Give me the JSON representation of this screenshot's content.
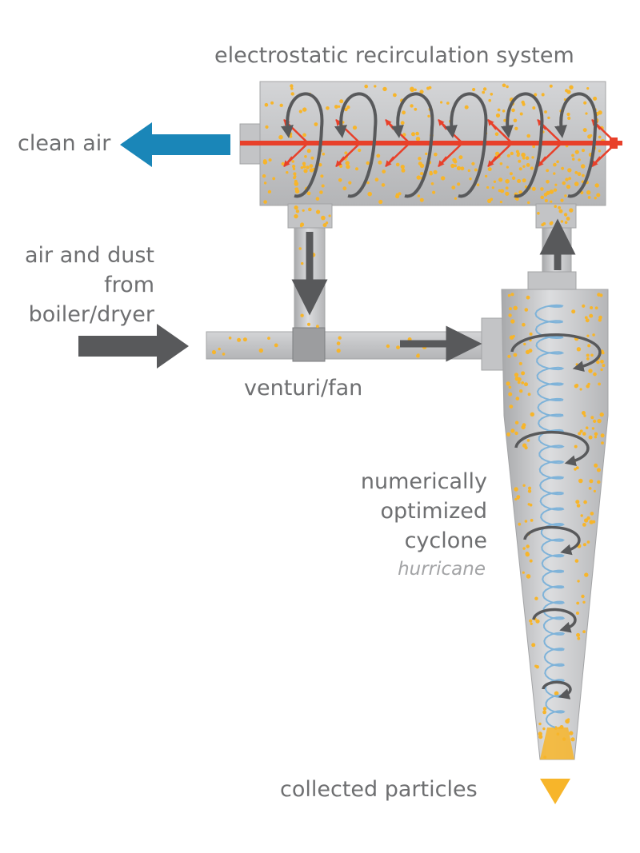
{
  "labels": {
    "electrostatic": "electrostatic recirculation system",
    "clean_air": "clean air",
    "inlet_line1": "air and dust",
    "inlet_line2": "from",
    "inlet_line3": "boiler/dryer",
    "venturi": "venturi/fan",
    "cyclone_line1": "numerically",
    "cyclone_line2": "optimized",
    "cyclone_line3": "cyclone",
    "cyclone_line4": "hurricane",
    "collected": "collected particles"
  },
  "colors": {
    "housing": "#c7c8ca",
    "housing_edge": "#9fa0a2",
    "flow_arrow": "#58595b",
    "clean_air_arrow": "#1a86b8",
    "electrode": "#e8402a",
    "dust": "#f7b52a",
    "inner_vortex": "#7fb3d9",
    "text": "#6e6f71"
  },
  "icons": [
    "clean-air-arrow-icon",
    "inlet-arrow-icon",
    "flow-arrow-icon",
    "swirl-icon",
    "collected-particles-icon"
  ]
}
